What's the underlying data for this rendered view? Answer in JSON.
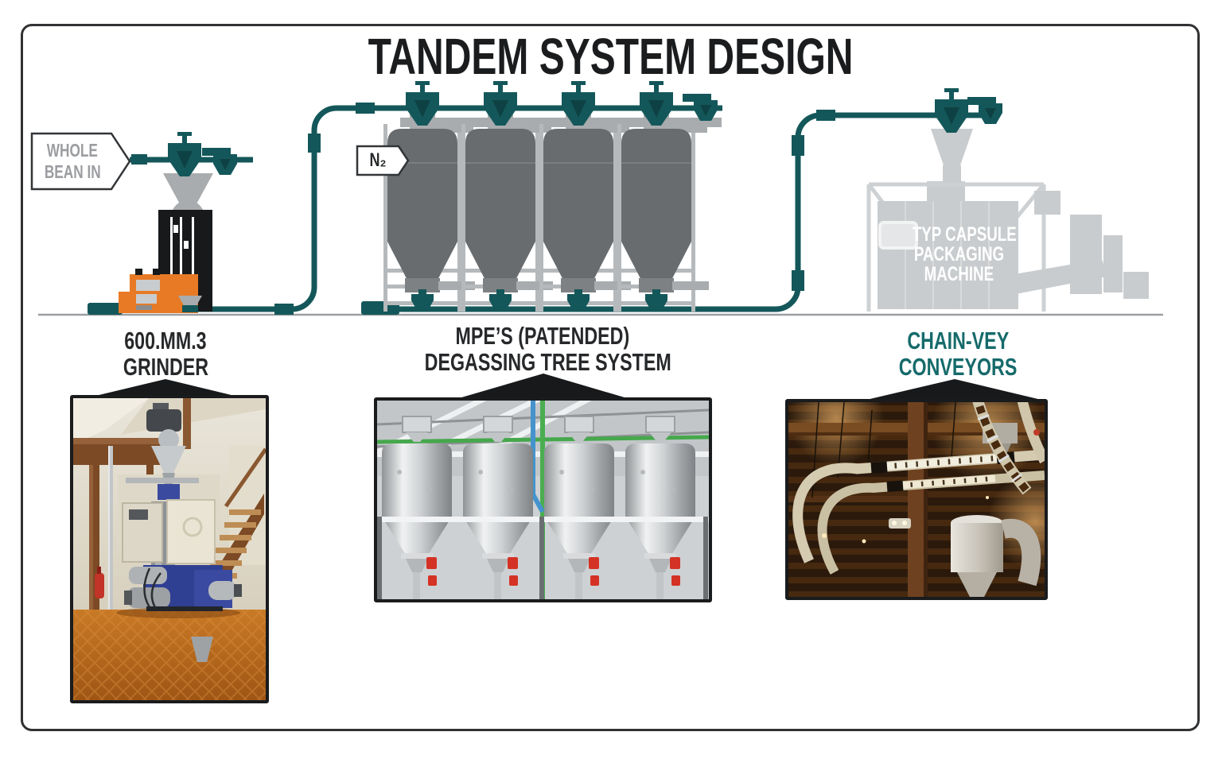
{
  "title": "TANDEM SYSTEM DESIGN",
  "flow_diagram": {
    "input_label": {
      "line1": "WHOLE",
      "line2": "BEAN IN"
    },
    "n2_label": "N₂",
    "packaging_machine_label": {
      "line1": "TYP CAPSULE",
      "line2": "PACKAGING",
      "line3": "MACHINE"
    },
    "colors": {
      "pipe_teal": "#14575A",
      "grinder_orange": "#E87A25",
      "silo_gray": "#696C6F",
      "machine_silhouette_gray": "#C9CCCE",
      "input_label_text_gray": "#9B9DA0"
    }
  },
  "sections": [
    {
      "id": "grinder",
      "label_line1": "600.MM.3",
      "label_line2": "GRINDER",
      "label_color": "#26282A"
    },
    {
      "id": "degassing",
      "label_line1": "MPE’S (PATENDED)",
      "label_line2": "DEGASSING TREE SYSTEM",
      "label_color": "#26282A"
    },
    {
      "id": "chainvey",
      "label_line1": "CHAIN-VEY",
      "label_line2": "CONVEYORS",
      "label_color": "#166A6B"
    }
  ]
}
